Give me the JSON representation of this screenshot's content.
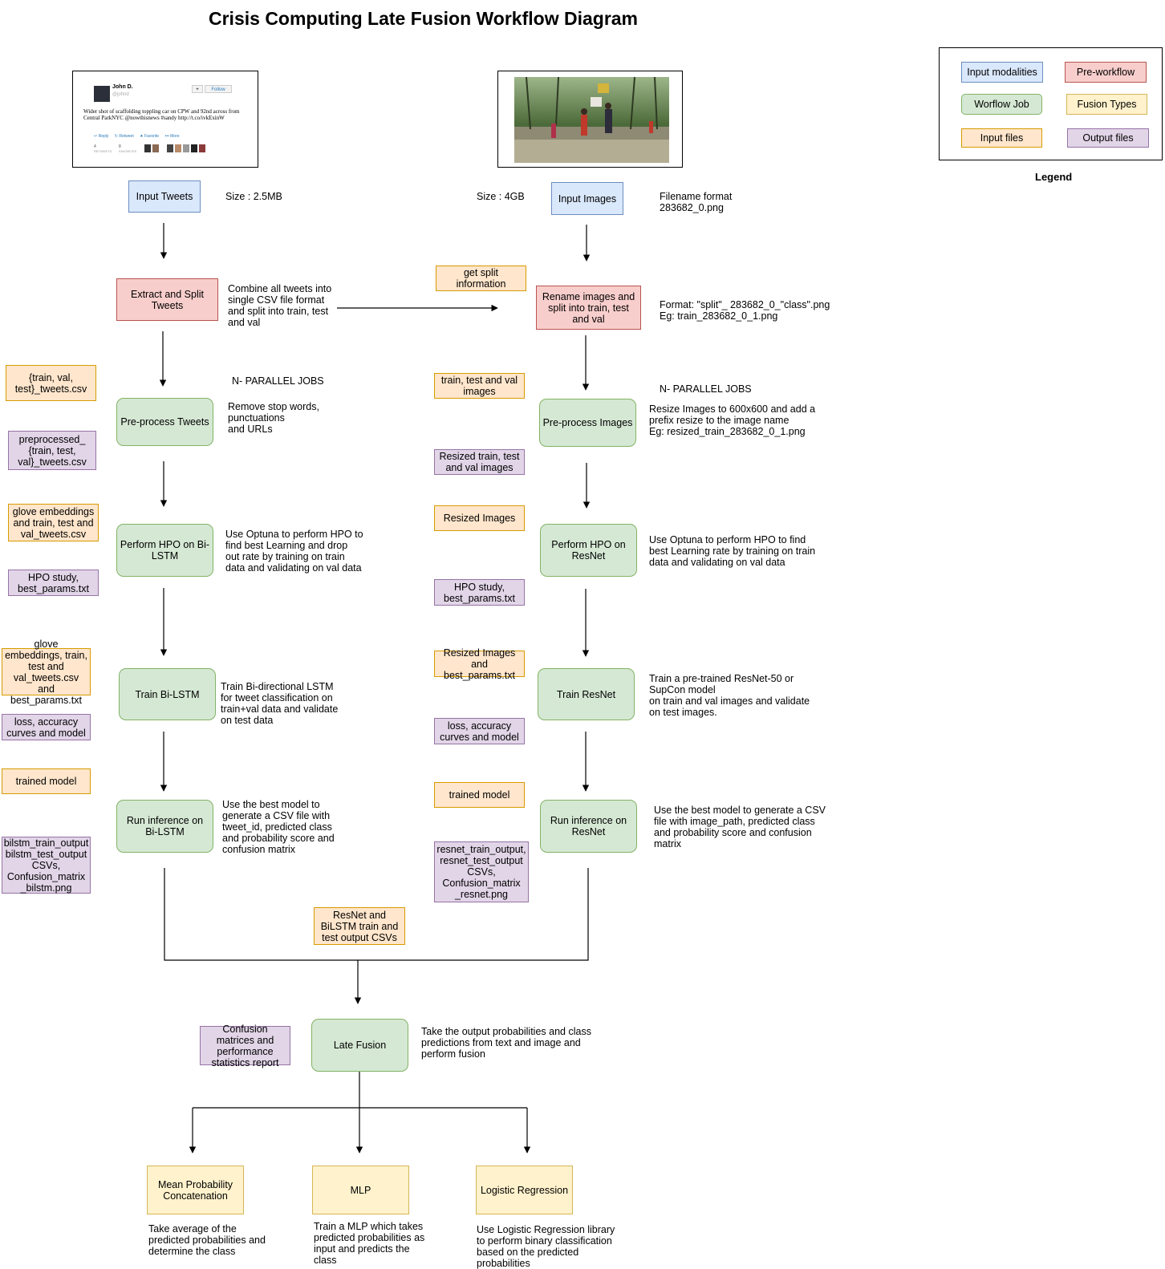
{
  "title": "Crisis Computing Late Fusion Workflow Diagram",
  "legend": {
    "caption": "Legend",
    "items": [
      {
        "label": "Input modalities",
        "color": "#dae8fc"
      },
      {
        "label": "Pre-workflow",
        "color": "#f8cecc"
      },
      {
        "label": "Worflow Job",
        "color": "#d5e8d4"
      },
      {
        "label": "Fusion Types",
        "color": "#fff2cc"
      },
      {
        "label": "Input files",
        "color": "#ffe6cc"
      },
      {
        "label": "Output files",
        "color": "#e1d5e7"
      }
    ]
  },
  "tweet_card": {
    "user": "John D.",
    "handle": "@johnd",
    "follow": "Follow",
    "text": "Wider shot of scaffolding toppling car on CPW and 92nd across from Central ParkNYC @nowthisnews #sandy http://t.co/ivkExinW",
    "actions": [
      "Reply",
      "Retweet",
      "Favorite",
      "More"
    ],
    "retweets": "4",
    "retweets_label": "RETWEETS",
    "favorites": "8",
    "favorites_label": "FAVORITES"
  },
  "text_branch": {
    "input": "Input Tweets",
    "size": "Size : 2.5MB",
    "extract": "Extract and Split Tweets",
    "extract_note": "Combine all tweets into\nsingle CSV file format\nand split into train, test\nand val",
    "parallel": "N- PARALLEL JOBS",
    "preprocess": "Pre-process Tweets",
    "preprocess_note": "Remove stop words,\npunctuations\nand URLs",
    "hpo": "Perform HPO on Bi-LSTM",
    "hpo_note": "Use Optuna to perform HPO to\nfind best  Learning and drop\nout rate by training on train\ndata and validating on val data",
    "train": "Train Bi-LSTM",
    "train_note": "Train Bi-directional LSTM\nfor tweet classification on\ntrain+val data and validate\non test data",
    "infer": "Run inference on Bi-LSTM",
    "infer_note": "Use the best model to\ngenerate a CSV file with\ntweet_id, predicted class\nand probability score and\nconfusion matrix",
    "files": {
      "f1": "{train, val, test}_tweets.csv",
      "f2": "preprocessed_ {train, test, val}_tweets.csv",
      "f3": "glove embeddings and train, test and val_tweets.csv",
      "f4": "HPO study, best_params.txt",
      "f5": "glove embeddings, train, test and val_tweets.csv and best_params.txt",
      "f6": "loss, accuracy curves and model",
      "f7": "trained model",
      "f8": "bilstm_train_output bilstm_test_output CSVs, Confusion_matrix _bilstm.png"
    }
  },
  "image_branch": {
    "input": "Input Images",
    "size": "Size : 4GB",
    "filename_note": "Filename format\n283682_0.png",
    "split_info": "get split information",
    "rename": "Rename images and split into train, test and val",
    "rename_note": "Format: \"split\"_ 283682_0_\"class\".png\nEg: train_283682_0_1.png",
    "parallel": "N- PARALLEL JOBS",
    "preprocess": "Pre-process Images",
    "preprocess_note": "Resize Images to 600x600 and add a\nprefix resize to the image name\nEg: resized_train_283682_0_1.png",
    "hpo": "Perform HPO on ResNet",
    "hpo_note": "Use Optuna to perform HPO to find\nbest  Learning rate by training on train\ndata and validating on val data",
    "train": "Train ResNet",
    "train_note": "Train a pre-trained ResNet-50 or\nSupCon  model\non train and val images and validate\non test images.",
    "infer": "Run inference on ResNet",
    "infer_note": "Use the best model to generate a CSV\nfile with image_path, predicted class\nand probability score and confusion\nmatrix",
    "files": {
      "f1": "train, test and val images",
      "f2": "Resized train, test and val images",
      "f3": "Resized Images",
      "f4": "HPO study, best_params.txt",
      "f5": "Resized Images and best_params.txt",
      "f6": "loss, accuracy curves and model",
      "f7": "trained model",
      "f8": "resnet_train_output, resnet_test_output CSVs, Confusion_matrix _resnet.png"
    }
  },
  "fusion": {
    "inputs": "ResNet and BiLSTM train and test output CSVs",
    "late_fusion": "Late Fusion",
    "late_fusion_note": "Take the output probabilities and class\npredictions from text and image and\nperform fusion",
    "report": "Confusion matrices and performance statistics report",
    "types": [
      {
        "label": "Mean Probability Concatenation",
        "note": "Take average of the\npredicted probabilities and\ndetermine the class"
      },
      {
        "label": "MLP",
        "note": "Train a MLP which takes\npredicted probabilities as\ninput and predicts the\nclass"
      },
      {
        "label": "Logistic Regression",
        "note": "Use Logistic Regression library\nto perform binary classification\nbased on the predicted\nprobabilities"
      }
    ]
  }
}
